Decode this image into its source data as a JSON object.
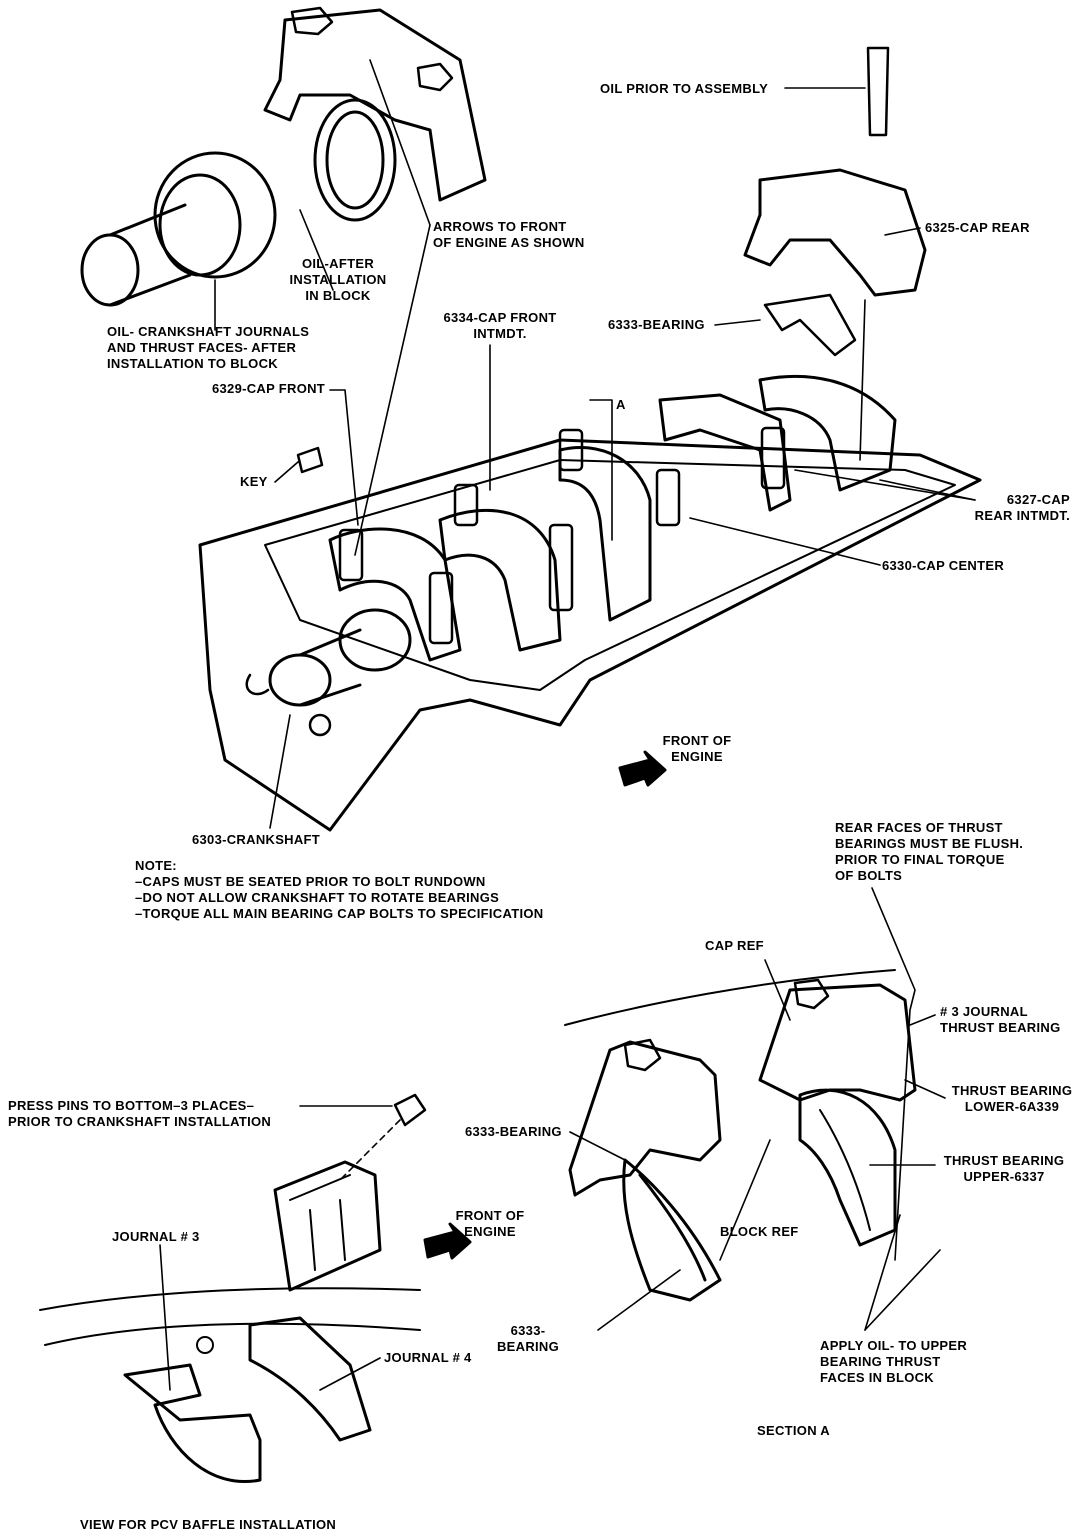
{
  "labels": {
    "oil_prior": "OIL PRIOR TO ASSEMBLY",
    "cap_rear": "6325-CAP REAR",
    "arrows_front": [
      "ARROWS TO FRONT",
      "OF ENGINE AS SHOWN"
    ],
    "oil_after": [
      "OIL-AFTER",
      "INSTALLATION",
      "IN BLOCK"
    ],
    "oil_crank": [
      "OIL- CRANKSHAFT JOURNALS",
      "AND THRUST FACES- AFTER",
      "INSTALLATION TO BLOCK"
    ],
    "cap_front_intmdt": [
      "6334-CAP FRONT",
      "INTMDT."
    ],
    "bearing_top": "6333-BEARING",
    "cap_front": "6329-CAP FRONT",
    "section_marker_a": "A",
    "key": "KEY",
    "cap_rear_intmdt": [
      "6327-CAP",
      "REAR INTMDT."
    ],
    "cap_center": "6330-CAP CENTER",
    "front_of_engine": [
      "FRONT OF",
      "ENGINE"
    ],
    "crankshaft": "6303-CRANKSHAFT",
    "note": [
      "NOTE:",
      "–CAPS MUST BE SEATED PRIOR TO BOLT RUNDOWN",
      "–DO NOT ALLOW CRANKSHAFT TO ROTATE BEARINGS",
      "–TORQUE ALL MAIN BEARING CAP BOLTS TO SPECIFICATION"
    ],
    "rear_faces": [
      "REAR FACES OF THRUST",
      "BEARINGS MUST BE FLUSH.",
      "PRIOR TO FINAL TORQUE",
      "OF BOLTS"
    ],
    "cap_ref": "CAP REF",
    "journal3_thrust": [
      "# 3 JOURNAL",
      "THRUST BEARING"
    ],
    "thrust_lower": [
      "THRUST BEARING",
      "LOWER-6A339"
    ],
    "thrust_upper": [
      "THRUST BEARING",
      "UPPER-6337"
    ],
    "bearing_section": "6333-BEARING",
    "block_ref": "BLOCK REF",
    "bearing_section2": [
      "6333-",
      "BEARING"
    ],
    "apply_oil": [
      "APPLY OIL- TO UPPER",
      "BEARING THRUST",
      "FACES IN BLOCK"
    ],
    "section_a": "SECTION A",
    "press_pins": [
      "PRESS PINS TO BOTTOM–3 PLACES–",
      "PRIOR TO CRANKSHAFT INSTALLATION"
    ],
    "front_of_engine2": [
      "FRONT OF",
      "ENGINE"
    ],
    "journal3": "JOURNAL # 3",
    "journal4": "JOURNAL # 4",
    "pcv_view": "VIEW FOR PCV BAFFLE INSTALLATION"
  }
}
